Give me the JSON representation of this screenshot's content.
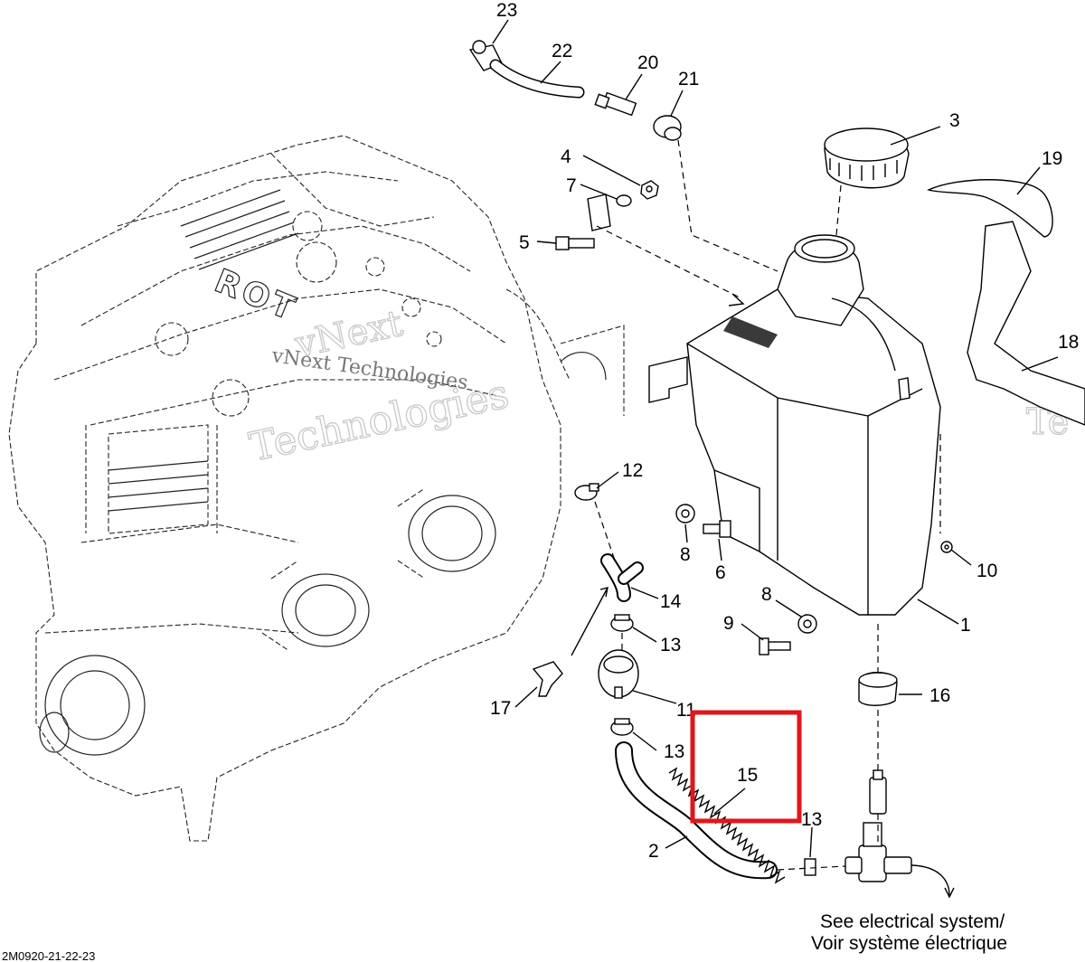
{
  "diagram": {
    "callouts": {
      "c1": "1",
      "c2": "2",
      "c3": "3",
      "c4": "4",
      "c5": "5",
      "c6": "6",
      "c7": "7",
      "c8a": "8",
      "c8b": "8",
      "c9": "9",
      "c10": "10",
      "c11": "11",
      "c12": "12",
      "c13a": "13",
      "c13b": "13",
      "c13c": "13",
      "c14": "14",
      "c15": "15",
      "c16": "16",
      "c17": "17",
      "c18": "18",
      "c19": "19",
      "c20": "20",
      "c21": "21",
      "c22": "22",
      "c23": "23"
    },
    "note_line1": "See electrical system/",
    "note_line2": "Voir système électrique",
    "drawing_code": "2M0920-21-22-23",
    "watermark_lines": [
      "vNext",
      "Technologies",
      "vNext Technologies",
      "Te"
    ],
    "engine_mark": "ROT",
    "highlight_color": "#e0161b"
  }
}
